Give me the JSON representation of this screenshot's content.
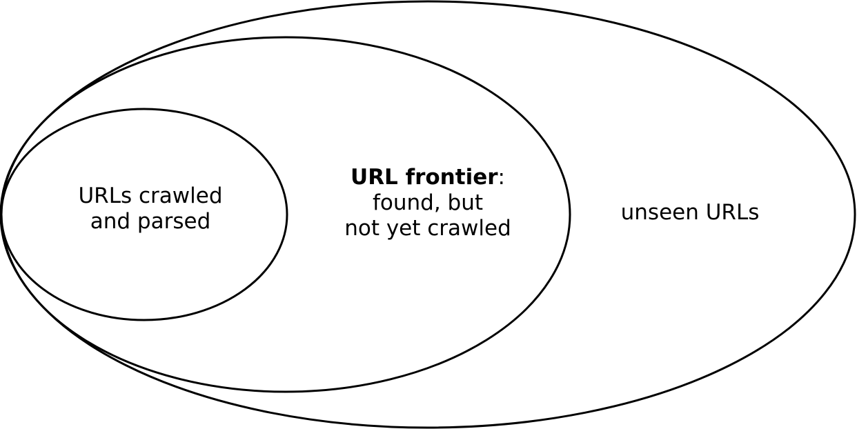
{
  "regions": {
    "crawled": {
      "line1": "URLs crawled",
      "line2": "and parsed"
    },
    "frontier": {
      "title": "URL frontier",
      "title_suffix": ":",
      "line2": "found, but",
      "line3": "not yet crawled"
    },
    "unseen": {
      "label": "unseen URLs"
    }
  }
}
